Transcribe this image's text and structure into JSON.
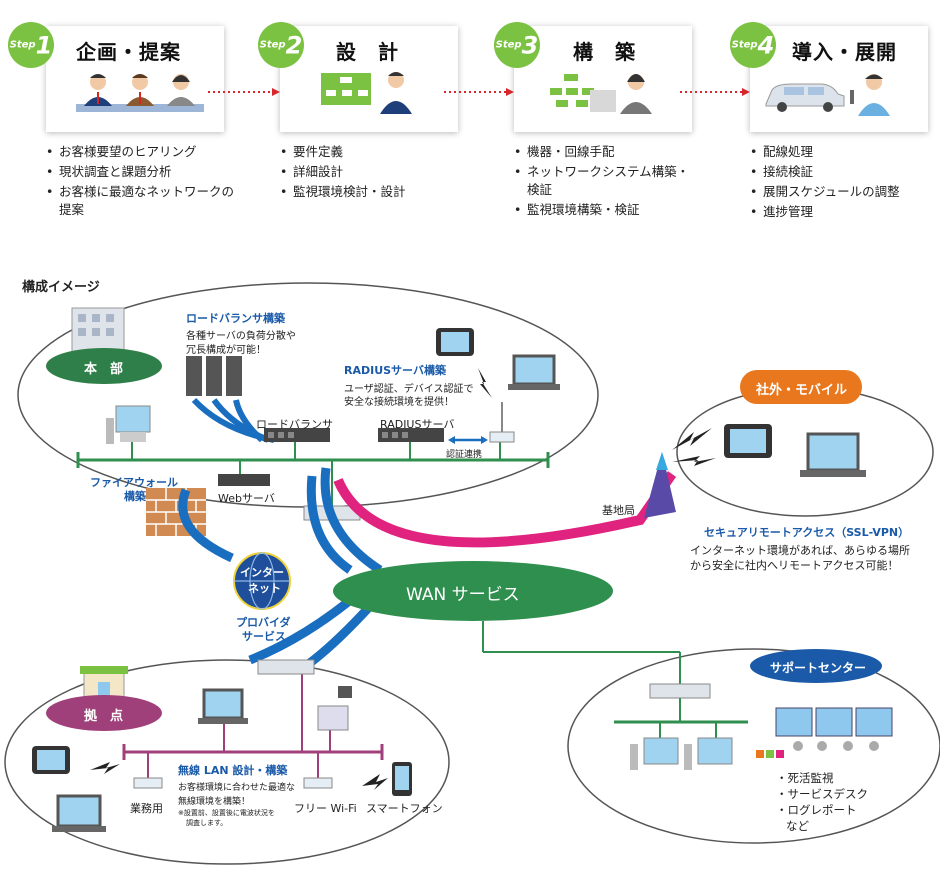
{
  "steps": [
    {
      "word": "Step",
      "num": "1",
      "title": "企画・提案",
      "bullets": [
        "お客様要望のヒアリング",
        "現状調査と課題分析",
        "お客様に最適なネットワークの提案"
      ]
    },
    {
      "word": "Step",
      "num": "2",
      "title": "設　計",
      "bullets": [
        "要件定義",
        "詳細設計",
        "監視環境検討・設計"
      ]
    },
    {
      "word": "Step",
      "num": "3",
      "title": "構　築",
      "bullets": [
        "機器・回線手配",
        "ネットワークシステム構築・検証",
        "監視環境構築・検証"
      ]
    },
    {
      "word": "Step",
      "num": "4",
      "title": "導入・展開",
      "bullets": [
        "配線処理",
        "接続検証",
        "展開スケジュールの調整",
        "進捗管理"
      ]
    }
  ],
  "diagram": {
    "heading": "構成イメージ",
    "honbu": "本　部",
    "lb_title": "ロードバランサ構築",
    "lb_desc1": "各種サーバの負荷分散や",
    "lb_desc2": "冗長構成が可能！",
    "radius_title": "RADIUSサーバ構築",
    "radius_desc1": "ユーザ認証、デバイス認証で",
    "radius_desc2": "安全な接続環境を提供！",
    "lb_label": "ロードバランサ",
    "radius_label": "RADIUSサーバ",
    "auth_link": "認証連携",
    "fw_label1": "ファイアウォール",
    "fw_label2": "構築",
    "web_label": "Webサーバ",
    "internet1": "インター",
    "internet2": "ネット",
    "provider1": "プロバイダ",
    "provider2": "サービス",
    "wan": "WAN サービス",
    "base_station": "基地局",
    "mobile": "社外・モバイル",
    "ssl_title": "セキュアリモートアクセス（SSL-VPN）",
    "ssl_desc1": "インターネット環境があれば、あらゆる場所",
    "ssl_desc2": "から安全に社内へリモートアクセス可能！",
    "kyoten": "拠　点",
    "wlan_title": "無線 LAN 設計・構築",
    "wlan_desc1": "お客様環境に合わせた最適な",
    "wlan_desc2": "無線環境を構築！",
    "wlan_note1": "※設置前、設置後に電波状況を",
    "wlan_note2": "調査します。",
    "gyomu": "業務用",
    "free_wifi": "フリー Wi-Fi",
    "smartphone": "スマートフォン",
    "support": "サポートセンター",
    "support_items": [
      "・死活監視",
      "・サービスデスク",
      "・ログレポート",
      "など"
    ]
  },
  "colors": {
    "step_green": "#7cc242",
    "accent_blue": "#1a5aa8",
    "wan_green": "#2f8f4e",
    "magenta": "#e0237e",
    "orange": "#e8771d",
    "pink": "#b04a7a"
  }
}
